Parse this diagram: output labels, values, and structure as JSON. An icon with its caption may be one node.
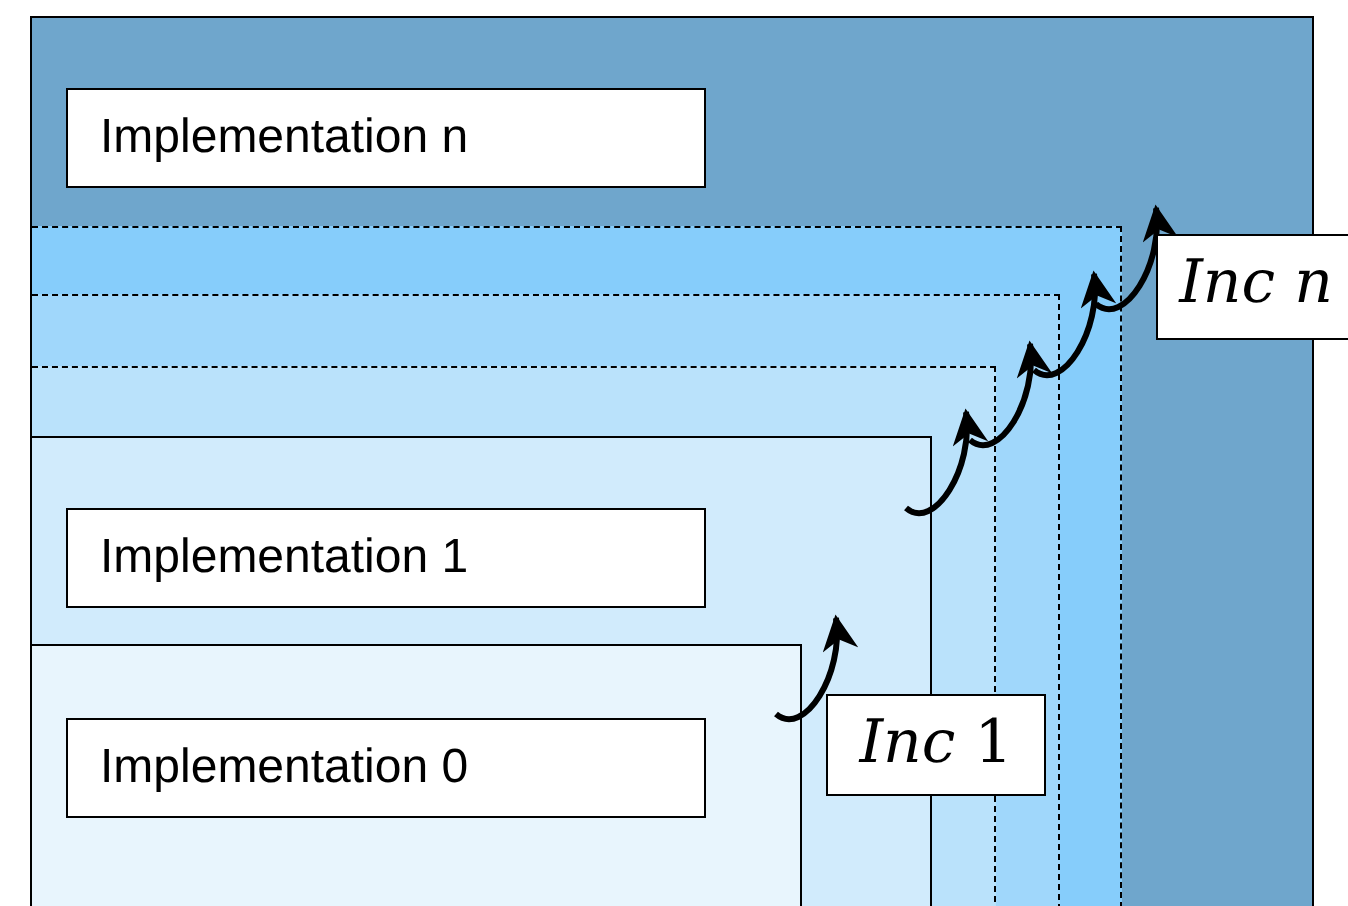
{
  "diagram": {
    "nodes": [
      {
        "text": [
          "Implementation n"
        ]
      },
      {
        "text": [],
        "shape": "box",
        "in": 0
      },
      {
        "text": [],
        "shape": "box",
        "in": 1
      },
      {
        "text": [],
        "shape": "box",
        "in": 2
      },
      {
        "text": [
          "Implementation 1"
        ],
        "in": 3
      },
      {
        "text": [
          "Implementation 0"
        ],
        "in": 4
      }
    ],
    "labels": [
      "*Inc* 1",
      "*Inc n*"
    ]
  }
}
